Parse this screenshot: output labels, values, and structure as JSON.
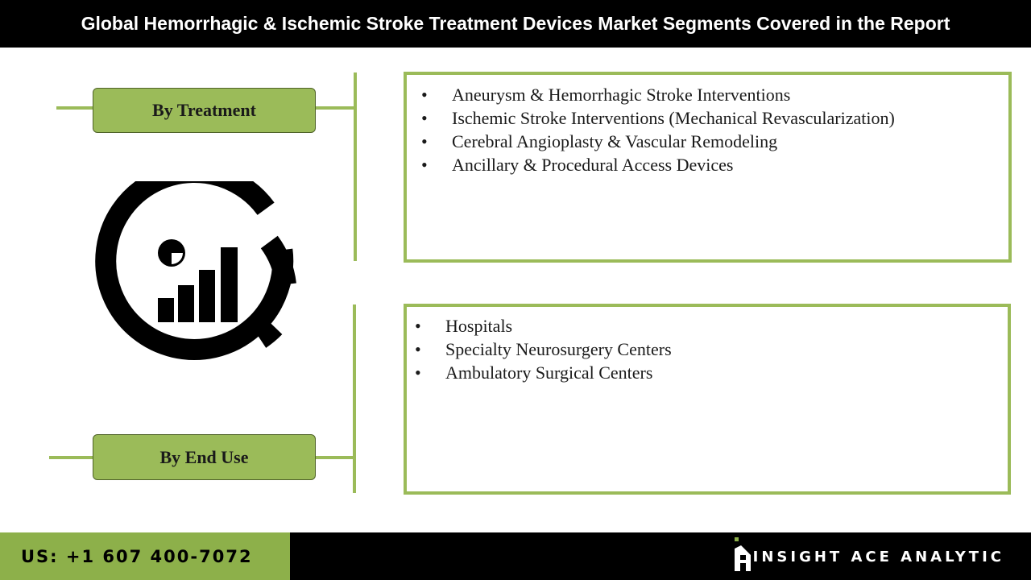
{
  "header": {
    "title": "Global Hemorrhagic & Ischemic Stroke Treatment Devices Market Segments Covered in the Report"
  },
  "segments": [
    {
      "label": "By Treatment",
      "items": [
        "Aneurysm & Hemorrhagic Stroke Interventions",
        "Ischemic Stroke Interventions (Mechanical Revascularization)",
        "Cerebral Angioplasty & Vascular Remodeling",
        "Ancillary & Procedural Access Devices"
      ]
    },
    {
      "label": "By End Use",
      "items": [
        "Hospitals",
        "Specialty Neurosurgery Centers",
        "Ambulatory Surgical Centers"
      ]
    }
  ],
  "bullet_glyph": "•",
  "center_icon": "analytics-chart-icon",
  "footer": {
    "phone": "US: +1 607 400-7072",
    "brand": "INSIGHT ACE ANALYTIC",
    "brand_icon": "insight-ace-logo-icon"
  },
  "colors": {
    "accent": "#9bbb59",
    "header_bg": "#000000",
    "footer_green": "#8db04a"
  }
}
